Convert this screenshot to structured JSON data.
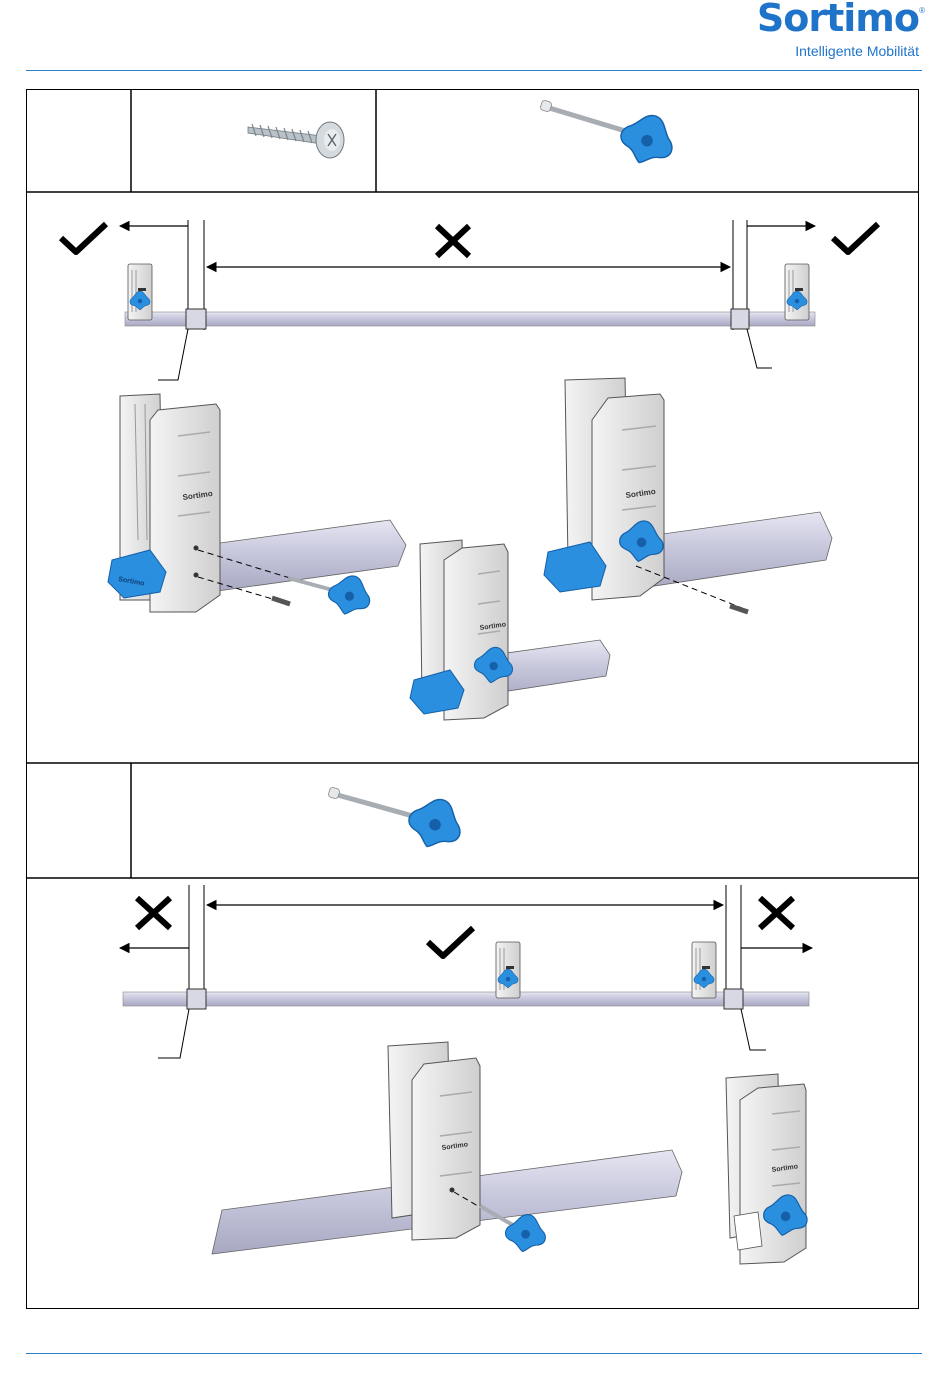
{
  "brand": {
    "name": "Sortimo",
    "registered": "®",
    "tagline": "Intelligente Mobilität",
    "color": "#1f74c9"
  },
  "colors": {
    "knob": "#2b8fe0",
    "rail": "#c8c8dc",
    "bracket": "#e2e2e2",
    "check": "#000000",
    "cross": "#000000"
  },
  "section_top": {
    "parts": [
      "self-tapping-screw",
      "star-knob-bolt"
    ],
    "allowed_zones": [
      "outside-left",
      "outside-right"
    ],
    "forbidden_zone": "between-profile-supports"
  },
  "section_bottom": {
    "parts": [
      "star-knob-bolt"
    ],
    "allowed_zones": [
      "between-profile-supports"
    ],
    "forbidden_zones": [
      "outside-left",
      "outside-right"
    ]
  },
  "symbols": {
    "check": "check-mark",
    "cross": "cross-mark"
  }
}
